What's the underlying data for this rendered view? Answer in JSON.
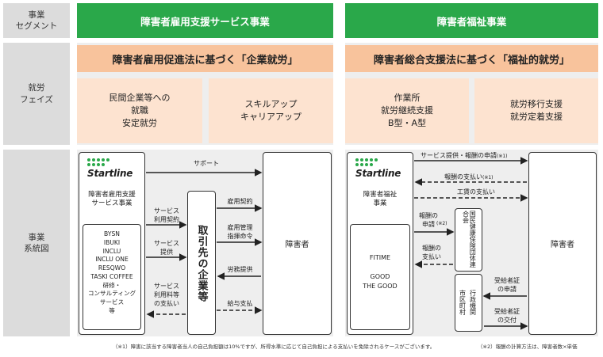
{
  "row_labels": {
    "segment": "事業\nセグメント",
    "phase": "就労\nフェイズ",
    "system": "事業\n系統図"
  },
  "left": {
    "segment": "障害者雇用支援サービス事業",
    "basis": "障害者雇用促進法に基づく「企業就労」",
    "phase1": "民間企業等への\n就職\n安定就労",
    "phase2": "スキルアップ\nキャリアアップ",
    "brand": "Startline",
    "company_business": "障害者雇用支援\nサービス事業",
    "services": "BYSN\nIBUKI\nINCLU\nINCLU ONE\nRESQWO\nTASKI COFFEE\n研修・\nコンサルティング\nサービス\n等",
    "partner": "取引先の企業等",
    "disabled": "障害者",
    "arrows": {
      "support": "サポート",
      "service_contract": "サービス\n利用契約",
      "service_provide": "サービス\n提供",
      "service_fee": "サービス\n利用料等\nの支払い",
      "employment_contract": "雇用契約",
      "employment_mgmt": "雇用管理\n指揮命令",
      "labor": "労務提供",
      "salary": "給与支払"
    }
  },
  "right": {
    "segment": "障害者福祉事業",
    "basis": "障害者総合支援法に基づく「福祉的就労」",
    "phase1": "作業所\n就労継続支援\nB型・A型",
    "phase2": "就労移行支援\n就労定着支援",
    "brand": "Startline",
    "company_business": "障害者福祉\n事業",
    "facilities": "FITIME\n\nGOOD\nTHE GOOD",
    "federation": "国民健康保険団体連合会",
    "municipality": "市区町村",
    "municipality_sub": "行政機関",
    "disabled": "障害者",
    "arrows": {
      "service_request": "サービス提供・報酬の申請",
      "service_request_note": "(※1)",
      "fee_payment": "報酬の支払い",
      "fee_payment_note": "(※1)",
      "wage": "工賃の支払い",
      "claim": "報酬の\n申請",
      "claim_note": "(※2)",
      "claim_payment": "報酬の\n支払い",
      "cert_apply": "受給者証\nの申請",
      "cert_issue": "受給者証\nの交付"
    }
  },
  "footnotes": {
    "note1": "（※1）障害に該当する障害者当人の自己負担額は10%ですが、所得水準に応じて自己負担による支払いを免除されるケースがございます。",
    "note2": "（※2）報酬の計算方法は、障害者数×単価"
  },
  "colors": {
    "green": "#2aa84a",
    "orange": "#f8c39c",
    "peach": "#fde3d0",
    "grey": "#dcdcdc"
  }
}
